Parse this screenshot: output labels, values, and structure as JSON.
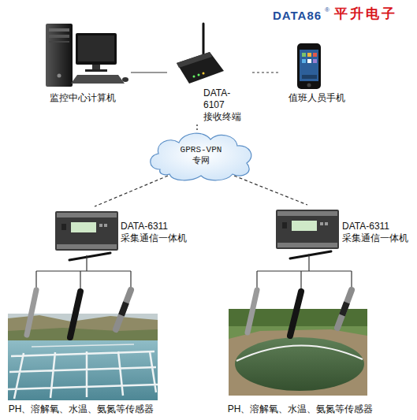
{
  "diagram": {
    "nodes": [
      {
        "text": [
          "监控中心计算机"
        ]
      },
      {
        "text": [
          "DATA-6107 接收终端"
        ]
      },
      {
        "text": [
          "值班人员手机"
        ]
      },
      {
        "text": [
          "GPRS-VPN 专网"
        ]
      },
      {
        "text": [
          "DATA-6311 采集通信一体机"
        ]
      },
      {
        "text": [
          "DATA-6311 采集通信一体机"
        ]
      },
      {
        "text": [
          "PH、溶解氧、水温、氨氮等传感器"
        ]
      },
      {
        "text": [
          "PH、溶解氧、水温、氨氮等传感器"
        ]
      }
    ],
    "edges": [
      {
        "from": 0,
        "to": 1,
        "arrow": "none"
      },
      {
        "from": 1,
        "to": 2,
        "arrow": "none"
      },
      {
        "from": 1,
        "to": 3,
        "arrow": "none"
      },
      {
        "from": 3,
        "to": 4,
        "arrow": "none"
      },
      {
        "from": 3,
        "to": 5,
        "arrow": "none"
      },
      {
        "from": 4,
        "to": 6,
        "arrow": "none"
      },
      {
        "from": 5,
        "to": 7,
        "arrow": "none"
      }
    ],
    "labels": [
      "DATA86",
      "®",
      "平升电子"
    ]
  }
}
